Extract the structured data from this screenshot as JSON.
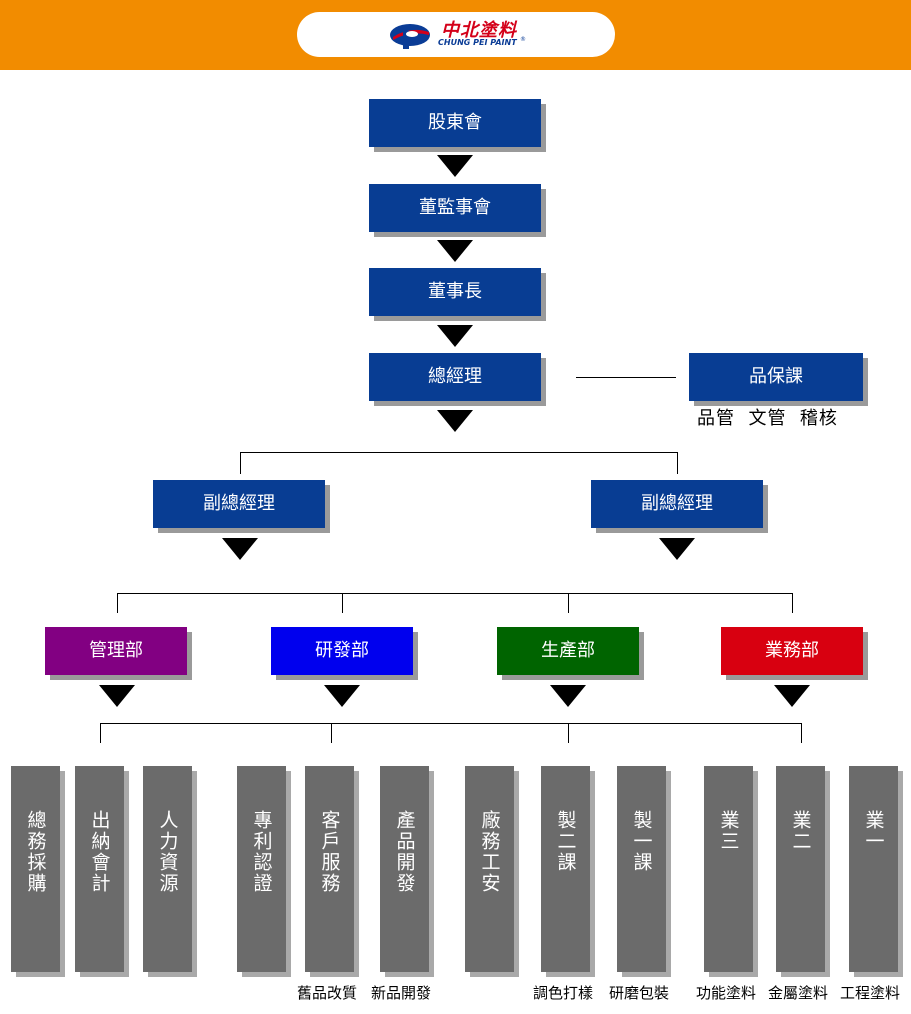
{
  "logo": {
    "name_cn": "中北塗料",
    "name_en": "CHUNG PEI PAINT",
    "registered": "®"
  },
  "colors": {
    "header": "#f28c00",
    "box_blue": "#083d93",
    "management": "#820082",
    "rnd": "#0000ee",
    "production": "#006400",
    "sales": "#d80010",
    "unit_gray": "#6b6b6b"
  },
  "chain": [
    "股東會",
    "董監事會",
    "董事長",
    "總經理"
  ],
  "qc": {
    "label": "品保課",
    "sub": "品管  文管  稽核"
  },
  "vp": [
    "副總經理",
    "副總經理"
  ],
  "departments": [
    "管理部",
    "研發部",
    "生產部",
    "業務部"
  ],
  "units": [
    "總務採購",
    "出納會計",
    "人力資源",
    "專利認證",
    "客戶服務",
    "產品開發",
    "廠務工安",
    "製二課",
    "製一課",
    "業三",
    "業二",
    "業一"
  ],
  "captions": [
    "舊品改質",
    "新品開發",
    "調色打樣",
    "研磨包裝",
    "功能塗料",
    "金屬塗料",
    "工程塗料"
  ]
}
